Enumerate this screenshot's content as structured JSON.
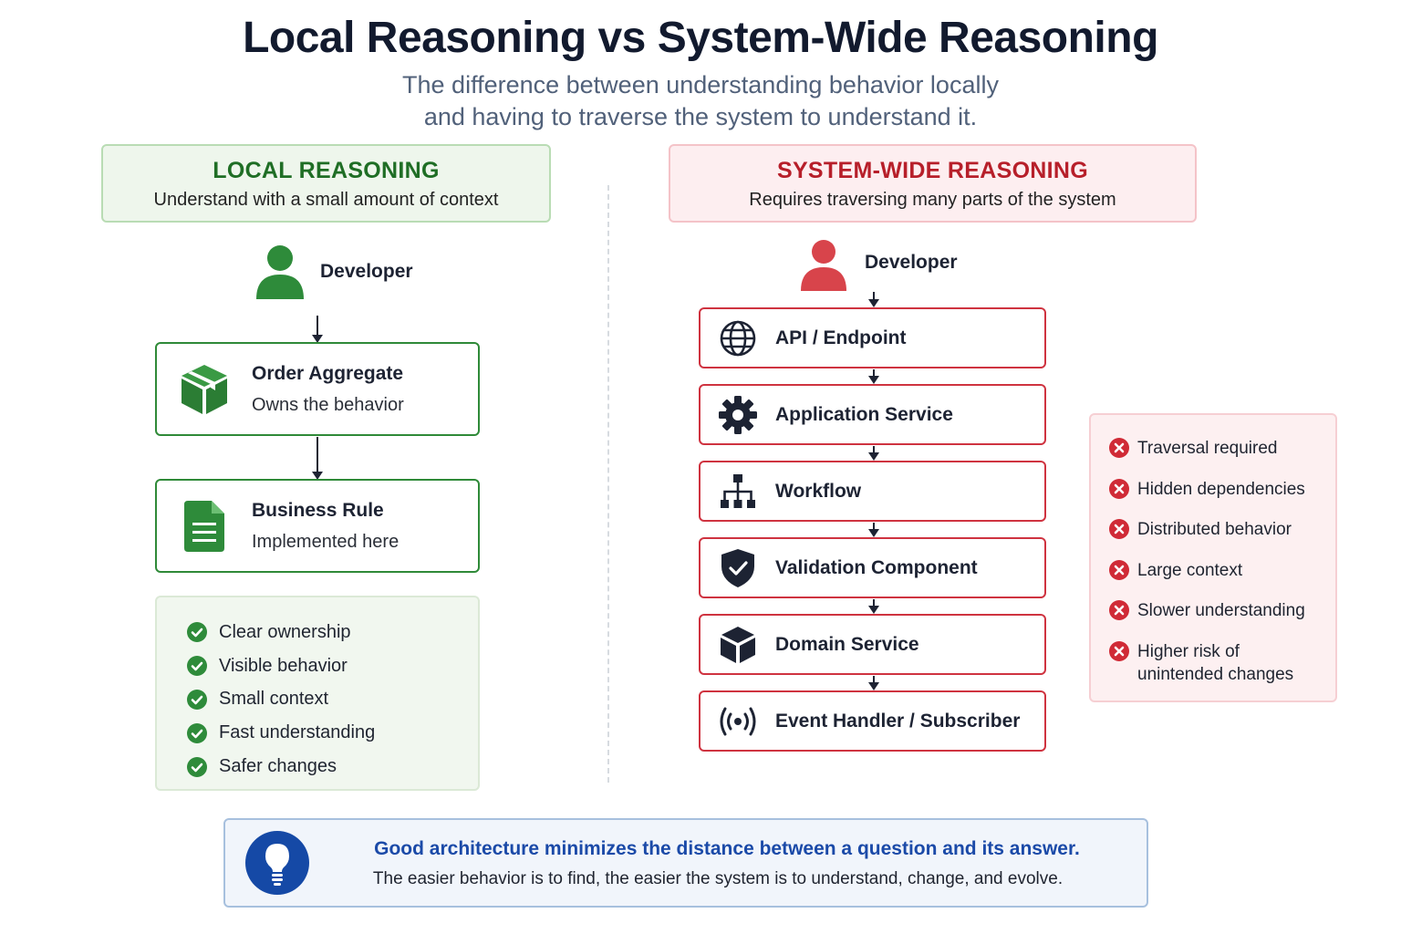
{
  "title": "Local Reasoning vs System-Wide Reasoning",
  "subtitle": {
    "line1": "The difference between understanding behavior locally",
    "line2": "and having to traverse the system to understand it."
  },
  "colors": {
    "green": "#2f8a38",
    "red": "#cf3340",
    "blue": "#1b4aa8"
  },
  "local": {
    "heading": "LOCAL REASONING",
    "subheading": "Understand with a small amount of context",
    "developer": "Developer",
    "boxes": [
      {
        "title": "Order Aggregate",
        "subtitle": "Owns the behavior",
        "icon": "cube-icon"
      },
      {
        "title": "Business Rule",
        "subtitle": "Implemented here",
        "icon": "document-icon"
      }
    ],
    "benefits": [
      "Clear ownership",
      "Visible behavior",
      "Small context",
      "Fast understanding",
      "Safer changes"
    ]
  },
  "system": {
    "heading": "SYSTEM-WIDE REASONING",
    "subheading": "Requires traversing many parts of the system",
    "developer": "Developer",
    "chain": [
      {
        "label": "API / Endpoint",
        "icon": "globe-icon"
      },
      {
        "label": "Application Service",
        "icon": "gear-icon"
      },
      {
        "label": "Workflow",
        "icon": "hierarchy-icon"
      },
      {
        "label": "Validation Component",
        "icon": "shield-check-icon"
      },
      {
        "label": "Domain Service",
        "icon": "cube-icon"
      },
      {
        "label": "Event Handler / Subscriber",
        "icon": "broadcast-icon"
      }
    ],
    "drawbacks": [
      "Traversal required",
      "Hidden dependencies",
      "Distributed behavior",
      "Large context",
      "Slower understanding",
      "Higher risk of unintended changes"
    ]
  },
  "footer": {
    "headline": "Good architecture minimizes the distance between a question and its answer.",
    "body": "The easier behavior is to find, the easier the system is to understand, change, and evolve.",
    "icon": "lightbulb-icon"
  }
}
